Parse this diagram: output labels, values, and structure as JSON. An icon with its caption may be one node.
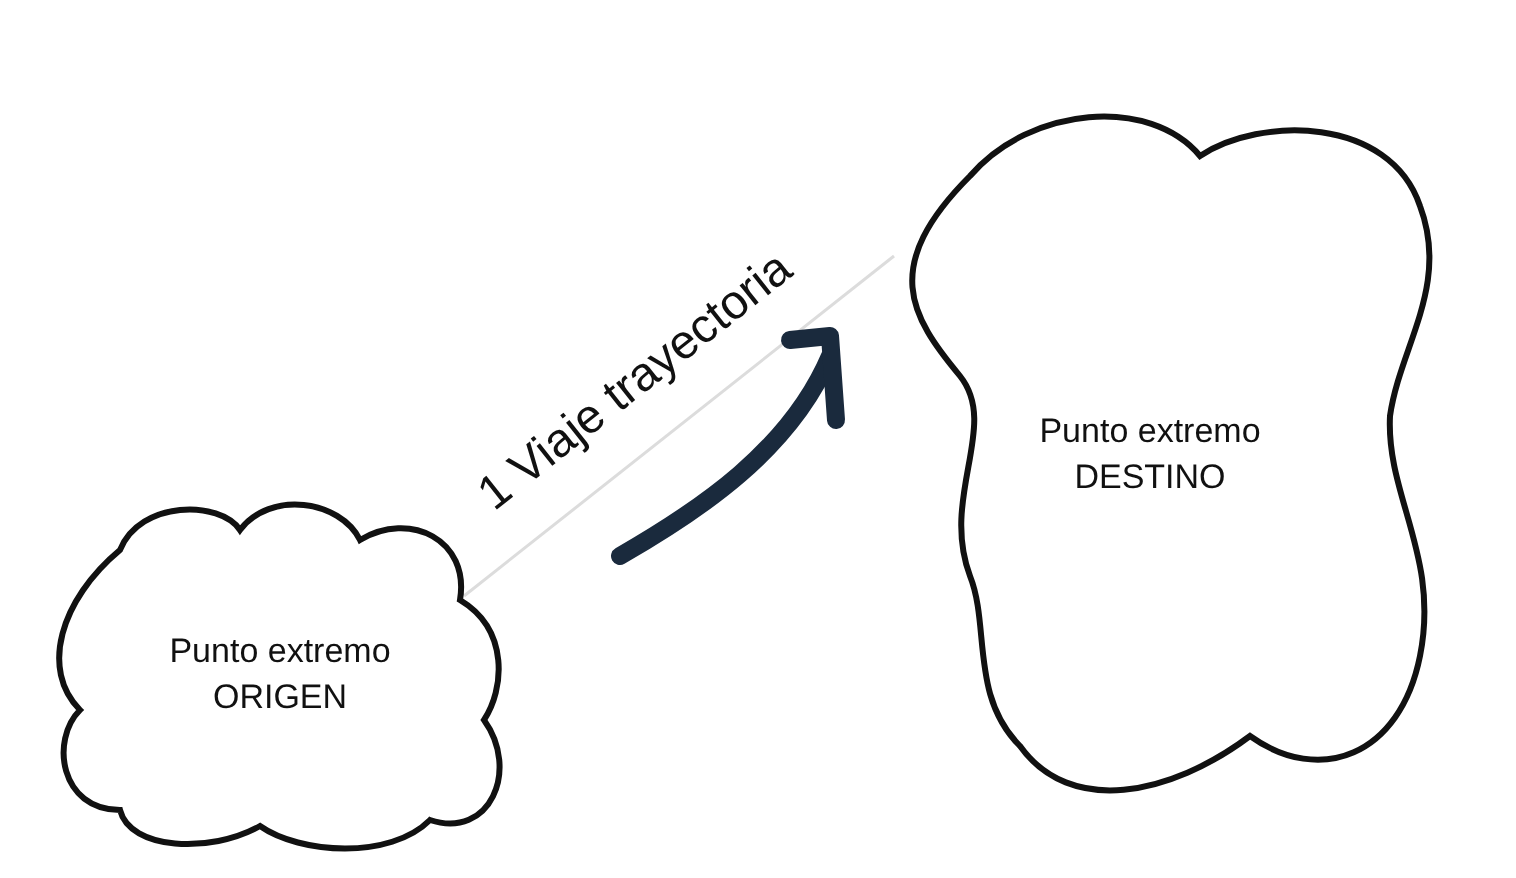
{
  "diagram": {
    "nodes": [
      {
        "text": [
          "Punto extremo",
          "ORIGEN"
        ]
      },
      {
        "text": [
          "Punto extremo",
          "DESTINO"
        ]
      }
    ],
    "edges": [
      {
        "from": 0,
        "to": 1,
        "arrow": "none",
        "label": "1 Viaje trayectoria",
        "color": "#dcdcdc"
      }
    ]
  }
}
